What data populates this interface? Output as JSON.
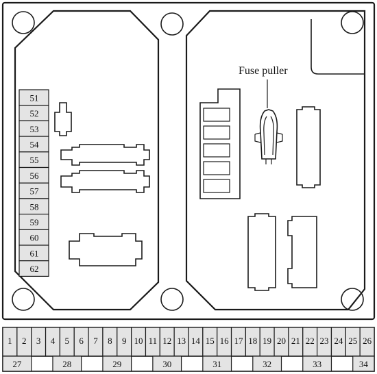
{
  "callout": {
    "label": "Fuse puller"
  },
  "side_fuses": [
    "51",
    "52",
    "53",
    "54",
    "55",
    "56",
    "57",
    "58",
    "59",
    "60",
    "61",
    "62"
  ],
  "bottom_top_row": [
    "1",
    "2",
    "3",
    "4",
    "5",
    "6",
    "7",
    "8",
    "9",
    "10",
    "11",
    "12",
    "13",
    "14",
    "15",
    "16",
    "17",
    "18",
    "19",
    "20",
    "21",
    "22",
    "23",
    "24",
    "25",
    "26"
  ],
  "bottom_bottom_row": [
    "27",
    "28",
    "29",
    "30",
    "31",
    "32",
    "33",
    "34"
  ],
  "colors": {
    "line": "#1a1a1a",
    "fuse_fill": "#e4e4e4",
    "background": "#ffffff"
  }
}
